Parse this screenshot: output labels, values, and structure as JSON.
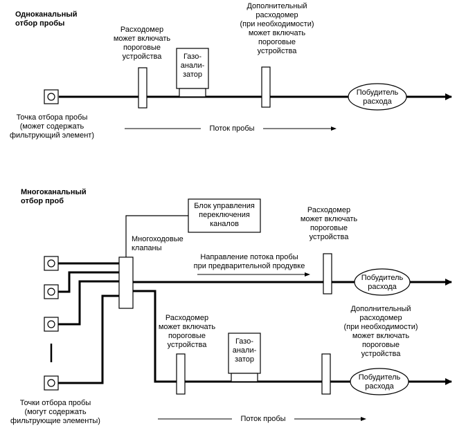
{
  "colors": {
    "ink": "#000000",
    "background": "#ffffff"
  },
  "single": {
    "title": "Одноканальный\nотбор пробы",
    "flowmeter": "Расходомер\nможет включать\nпороговые\nустройства",
    "gas_analyzer": "Газо-\nанали-\nзатор",
    "extra_flowmeter": "Дополнительный\nрасходомер\n(при необходимости)\nможет включать\nпороговые\nустройства",
    "pump": "Побудитель\nрасхода",
    "sample_point": "Точка отбора пробы\n(может содержать\nфильтрующий элемент)",
    "flow": "Поток пробы"
  },
  "multi": {
    "title": "Многоканальный\nотбор проб",
    "control_unit": "Блок управления\nпереключения\nканалов",
    "valves": "Многоходовые\nклапаны",
    "flowmeter_top": "Расходомер\nможет включать\nпороговые\nустройства",
    "purge_direction": "Направление потока пробы\nпри предварительной продувке",
    "pump_top": "Побудитель\nрасхода",
    "extra_flowmeter": "Дополнительный\nрасходомер\n(при необходимости)\nможет включать\nпороговые\nустройства",
    "flowmeter_bottom": "Расходомер\nможет включать\nпороговые\nустройства",
    "gas_analyzer": "Газо-\nанали-\nзатор",
    "pump_bottom": "Побудитель\nрасхода",
    "sample_points": "Точки отбора пробы\n(могут содержать\nфильтрующие элементы)",
    "flow": "Поток пробы"
  }
}
